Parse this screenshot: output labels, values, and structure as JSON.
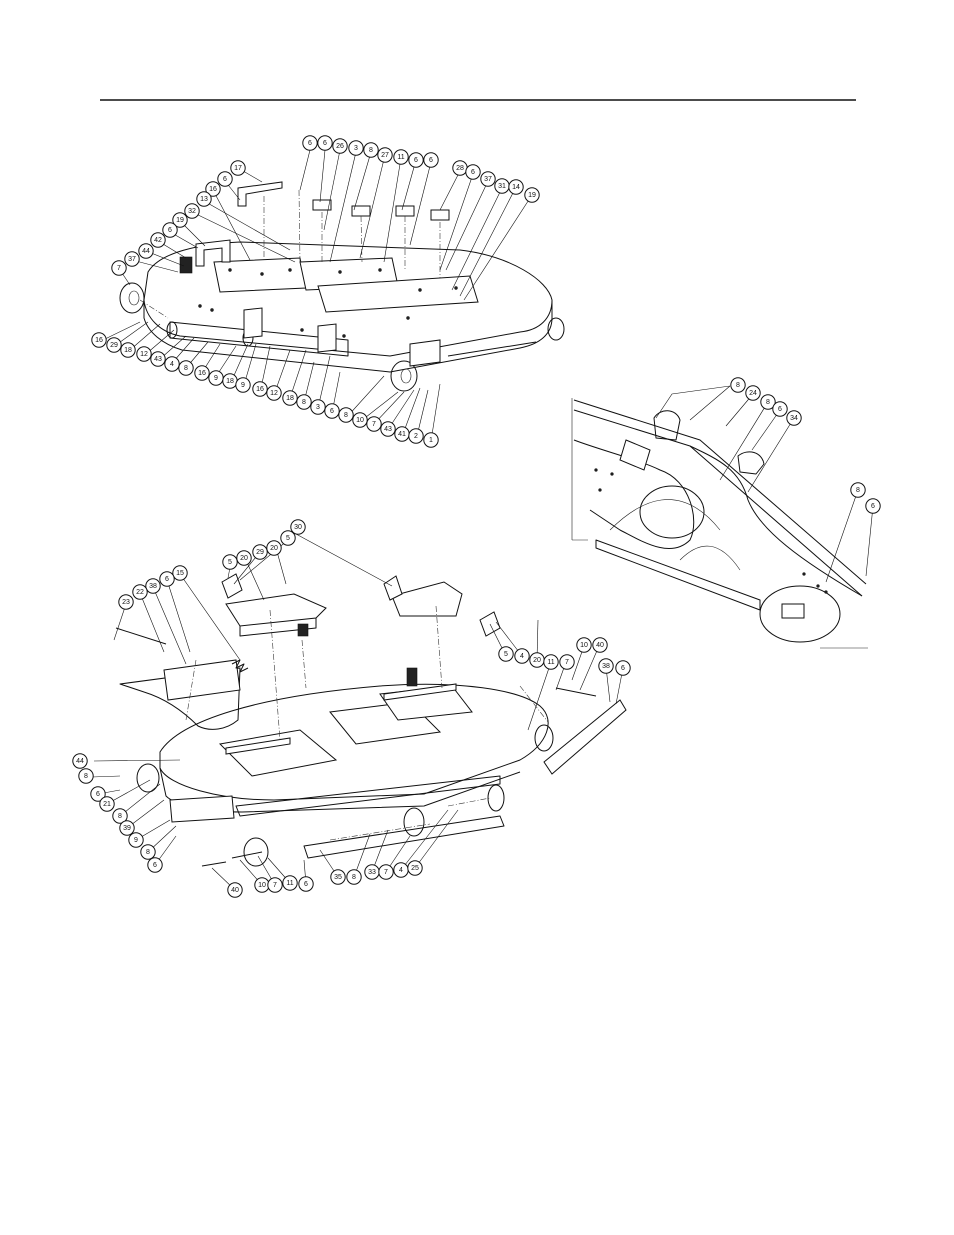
{
  "figures": [
    {
      "name": "top-deck-view",
      "callouts": [
        {
          "label": "6"
        },
        {
          "label": "6"
        },
        {
          "label": "26"
        },
        {
          "label": "3"
        },
        {
          "label": "8"
        },
        {
          "label": "27"
        },
        {
          "label": "11"
        },
        {
          "label": "6"
        },
        {
          "label": "6"
        },
        {
          "label": "28"
        },
        {
          "label": "6"
        },
        {
          "label": "37"
        },
        {
          "label": "31"
        },
        {
          "label": "14"
        },
        {
          "label": "19"
        },
        {
          "label": "17"
        },
        {
          "label": "6"
        },
        {
          "label": "16"
        },
        {
          "label": "13"
        },
        {
          "label": "32"
        },
        {
          "label": "19"
        },
        {
          "label": "6"
        },
        {
          "label": "42"
        },
        {
          "label": "44"
        },
        {
          "label": "37"
        },
        {
          "label": "7"
        },
        {
          "label": "16"
        },
        {
          "label": "29"
        },
        {
          "label": "18"
        },
        {
          "label": "12"
        },
        {
          "label": "43"
        },
        {
          "label": "4"
        },
        {
          "label": "8"
        },
        {
          "label": "16"
        },
        {
          "label": "9"
        },
        {
          "label": "18"
        },
        {
          "label": "9"
        },
        {
          "label": "16"
        },
        {
          "label": "12"
        },
        {
          "label": "18"
        },
        {
          "label": "8"
        },
        {
          "label": "3"
        },
        {
          "label": "6"
        },
        {
          "label": "8"
        },
        {
          "label": "10"
        },
        {
          "label": "7"
        },
        {
          "label": "43"
        },
        {
          "label": "41"
        },
        {
          "label": "2"
        },
        {
          "label": "1"
        }
      ]
    },
    {
      "name": "detail-view",
      "callouts": [
        {
          "label": "8"
        },
        {
          "label": "24"
        },
        {
          "label": "8"
        },
        {
          "label": "6"
        },
        {
          "label": "34"
        },
        {
          "label": "8"
        },
        {
          "label": "6"
        }
      ]
    },
    {
      "name": "underside-view",
      "callouts": [
        {
          "label": "30"
        },
        {
          "label": "5"
        },
        {
          "label": "20"
        },
        {
          "label": "29"
        },
        {
          "label": "20"
        },
        {
          "label": "5"
        },
        {
          "label": "15"
        },
        {
          "label": "6"
        },
        {
          "label": "38"
        },
        {
          "label": "22"
        },
        {
          "label": "23"
        },
        {
          "label": "5"
        },
        {
          "label": "4"
        },
        {
          "label": "20"
        },
        {
          "label": "11"
        },
        {
          "label": "7"
        },
        {
          "label": "10"
        },
        {
          "label": "40"
        },
        {
          "label": "38"
        },
        {
          "label": "6"
        },
        {
          "label": "44"
        },
        {
          "label": "8"
        },
        {
          "label": "6"
        },
        {
          "label": "21"
        },
        {
          "label": "8"
        },
        {
          "label": "39"
        },
        {
          "label": "9"
        },
        {
          "label": "8"
        },
        {
          "label": "6"
        },
        {
          "label": "40"
        },
        {
          "label": "10"
        },
        {
          "label": "7"
        },
        {
          "label": "11"
        },
        {
          "label": "6"
        },
        {
          "label": "35"
        },
        {
          "label": "8"
        },
        {
          "label": "33"
        },
        {
          "label": "7"
        },
        {
          "label": "4"
        },
        {
          "label": "25"
        }
      ]
    }
  ]
}
